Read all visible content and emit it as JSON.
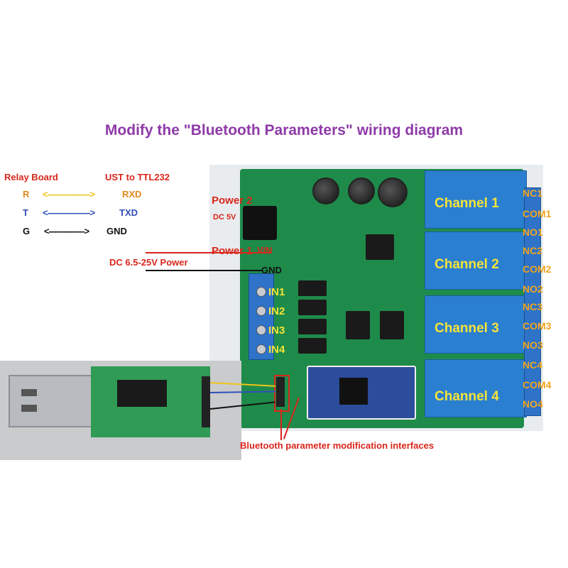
{
  "title": "Modify the \"Bluetooth Parameters\" wiring diagram",
  "legend": {
    "left_header": "Relay Board",
    "right_header": "UST to TTL232",
    "rows": [
      {
        "left": "R",
        "arrow": "<------------------>",
        "right": "RXD"
      },
      {
        "left": "T",
        "arrow": "<------------------>",
        "right": "TXD"
      },
      {
        "left": "G",
        "arrow": "<--------------->",
        "right": "GND"
      }
    ]
  },
  "power2": {
    "label": "Power 2",
    "spec": "DC 5V"
  },
  "power1": {
    "label": "Power 1",
    "spec": "DC 6.5-25V Power",
    "vin": "VIN",
    "gnd": "GND"
  },
  "inputs": [
    "IN1",
    "IN2",
    "IN3",
    "IN4"
  ],
  "channels": [
    "Channel 1",
    "Channel 2",
    "Channel 3",
    "Channel 4"
  ],
  "outputs": [
    "NC1",
    "COM1",
    "NO1",
    "NC2",
    "COM2",
    "NO2",
    "NC3",
    "COM3",
    "NO3",
    "NC4",
    "COM4",
    "NO4"
  ],
  "bluetooth_note": "Bluetooth parameter modification interfaces",
  "colors": {
    "title": "#8e3aa8",
    "red": "#d9261c",
    "yellow": "#f0c419",
    "blue": "#2f4fb8",
    "pcb": "#1e8b4a",
    "relay": "#2a7fd0"
  }
}
